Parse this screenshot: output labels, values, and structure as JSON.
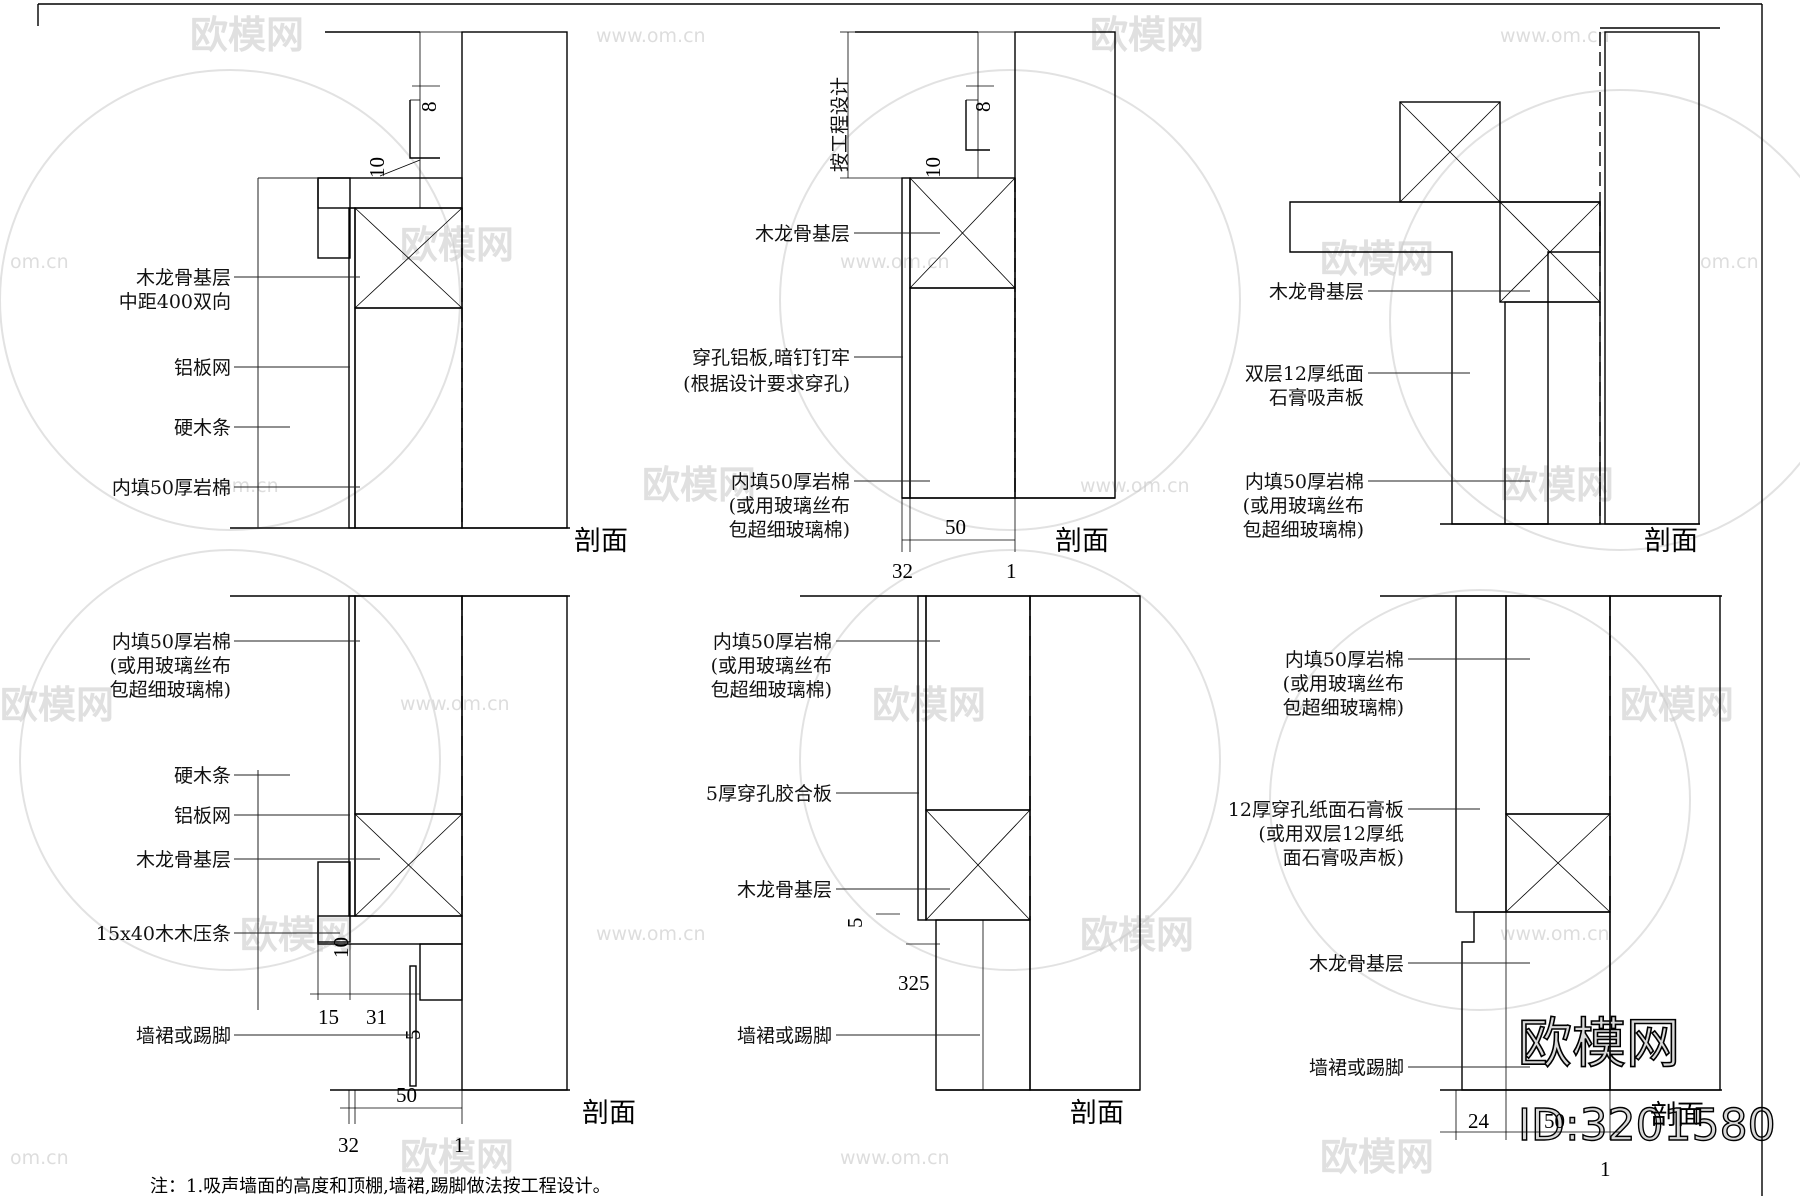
{
  "watermark": {
    "brand": "欧模网",
    "url": "www.om.cn",
    "url_short": "om.cn"
  },
  "stamp": {
    "brand": "欧模网",
    "id": "ID:3201580"
  },
  "details": [
    {
      "key": "d1",
      "section_title": "剖面",
      "labels": [
        "木龙骨基层",
        "中距400双向",
        "铝板网",
        "硬木条",
        "内填50厚岩棉"
      ],
      "dims": {
        "top_gap": "8",
        "offset": "10"
      }
    },
    {
      "key": "d2",
      "section_title": "剖面",
      "labels": [
        "木龙骨基层",
        "穿孔铝板,暗钉钉牢",
        "(根据设计要求穿孔)",
        "内填50厚岩棉",
        "(或用玻璃丝布",
        "包超细玻璃棉)"
      ],
      "dims": {
        "vertical": "按工程设计",
        "top_gap": "8",
        "offset": "10",
        "depth": "50",
        "left": "32",
        "right": "1"
      }
    },
    {
      "key": "d3",
      "section_title": "剖面",
      "labels": [
        "木龙骨基层",
        "双层12厚纸面",
        "石膏吸声板",
        "内填50厚岩棉",
        "(或用玻璃丝布",
        "包超细玻璃棉)"
      ],
      "dims": {}
    },
    {
      "key": "d4",
      "section_title": "剖面",
      "labels": [
        "内填50厚岩棉",
        "(或用玻璃丝布",
        "包超细玻璃棉)",
        "硬木条",
        "铝板网",
        "木龙骨基层",
        "15x40木木压条",
        "墙裙或踢脚"
      ],
      "dims": {
        "offset": "10",
        "a": "15",
        "b": "31",
        "c": "5",
        "depth": "50",
        "left": "32",
        "right": "1"
      }
    },
    {
      "key": "d5",
      "section_title": "剖面",
      "labels": [
        "内填50厚岩棉",
        "(或用玻璃丝布",
        "包超细玻璃棉)",
        "5厚穿孔胶合板",
        "木龙骨基层",
        "墙裙或踢脚"
      ],
      "dims": {
        "thick": "5",
        "bottom": "325"
      }
    },
    {
      "key": "d6",
      "section_title": "剖面",
      "labels": [
        "内填50厚岩棉",
        "(或用玻璃丝布",
        "包超细玻璃棉)",
        "12厚穿孔纸面石膏板",
        "(或用双层12厚纸",
        "面石膏吸声板)",
        "木龙骨基层",
        "墙裙或踢脚"
      ],
      "dims": {
        "left": "24",
        "depth": "50",
        "right": "1"
      }
    }
  ],
  "note": "注：1.吸声墙面的高度和顶棚,墙裙,踢脚做法按工程设计。"
}
